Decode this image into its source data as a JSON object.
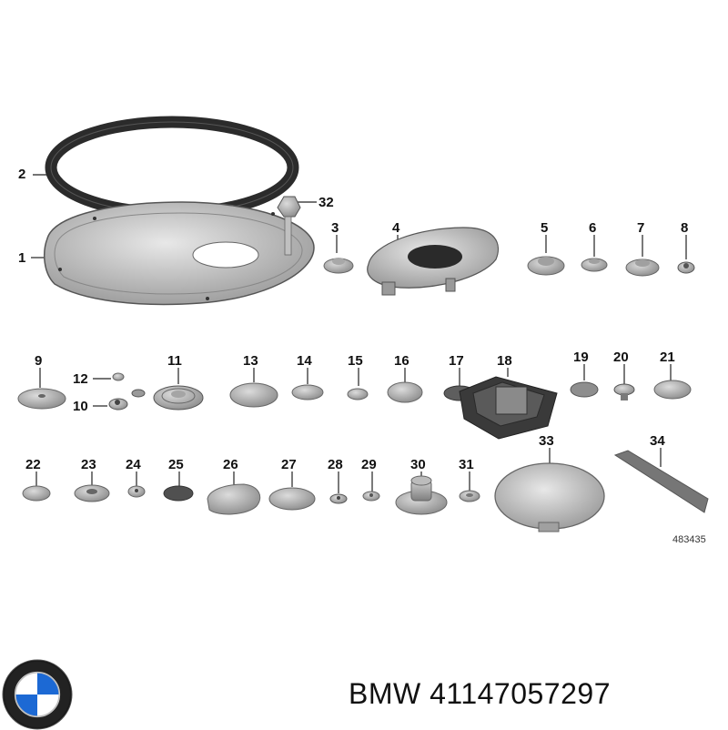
{
  "diagram": {
    "callouts": [
      {
        "id": "1",
        "label": "1"
      },
      {
        "id": "2",
        "label": "2"
      },
      {
        "id": "3",
        "label": "3"
      },
      {
        "id": "4",
        "label": "4"
      },
      {
        "id": "5",
        "label": "5"
      },
      {
        "id": "6",
        "label": "6"
      },
      {
        "id": "7",
        "label": "7"
      },
      {
        "id": "8",
        "label": "8"
      },
      {
        "id": "9",
        "label": "9"
      },
      {
        "id": "10",
        "label": "10"
      },
      {
        "id": "11",
        "label": "11"
      },
      {
        "id": "12",
        "label": "12"
      },
      {
        "id": "13",
        "label": "13"
      },
      {
        "id": "14",
        "label": "14"
      },
      {
        "id": "15",
        "label": "15"
      },
      {
        "id": "16",
        "label": "16"
      },
      {
        "id": "17",
        "label": "17"
      },
      {
        "id": "18",
        "label": "18"
      },
      {
        "id": "19",
        "label": "19"
      },
      {
        "id": "20",
        "label": "20"
      },
      {
        "id": "21",
        "label": "21"
      },
      {
        "id": "22",
        "label": "22"
      },
      {
        "id": "23",
        "label": "23"
      },
      {
        "id": "24",
        "label": "24"
      },
      {
        "id": "25",
        "label": "25"
      },
      {
        "id": "26",
        "label": "26"
      },
      {
        "id": "27",
        "label": "27"
      },
      {
        "id": "28",
        "label": "28"
      },
      {
        "id": "29",
        "label": "29"
      },
      {
        "id": "30",
        "label": "30"
      },
      {
        "id": "31",
        "label": "31"
      },
      {
        "id": "32",
        "label": "32"
      },
      {
        "id": "33",
        "label": "33"
      },
      {
        "id": "34",
        "label": "34"
      }
    ],
    "reference_number": "483435"
  },
  "footer": {
    "brand_logo_icon": "bmw-roundel-icon",
    "brand_name": "BMW",
    "part_number": "41147057297"
  },
  "colors": {
    "part_fill": "#c4c4c4",
    "part_dark": "#8a8a8a",
    "outline": "#555555",
    "text": "#111111",
    "logo_blue": "#1c69d4"
  }
}
